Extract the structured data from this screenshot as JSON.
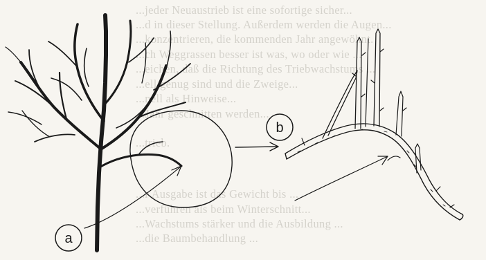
{
  "figure": {
    "label_a": "a",
    "label_b": "b"
  },
  "background_text": {
    "lines_top": [
      "...jeder Neuaustrieb ist eine sofortige sicher...",
      "...d in dieser Stellung. Außerdem werden die Augen...",
      "...konzentrieren, die kommenden Jahr angewöhnt.",
      "...ch Weggrassen besser ist was, wo oder wie ...",
      "...eichen, daß die Richtung des Triebwachstums ...",
      "...ell genug sind und die Zweige...",
      "...nell als Hinweise...",
      "...Jahr geschnitten werden...",
      "...trieb."
    ],
    "lines_bottom": [
      "...r Ausgabe ist das Gewicht bis ...",
      "...verführen als beim Winterschnitt...",
      "...Wachstums stärker und die Ausbildung ...",
      "...die Baumbehandlung ..."
    ]
  }
}
